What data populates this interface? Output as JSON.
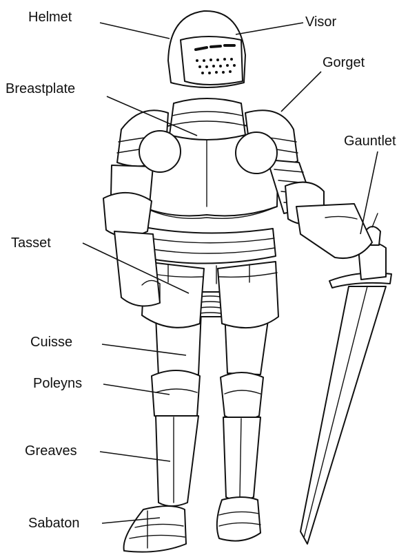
{
  "labels": {
    "helmet": "Helmet",
    "visor": "Visor",
    "gorget": "Gorget",
    "breastplate": "Breastplate",
    "gauntlet": "Gauntlet",
    "tasset": "Tasset",
    "cuisse": "Cuisse",
    "poleyns": "Poleyns",
    "greaves": "Greaves",
    "sabaton": "Sabaton"
  }
}
